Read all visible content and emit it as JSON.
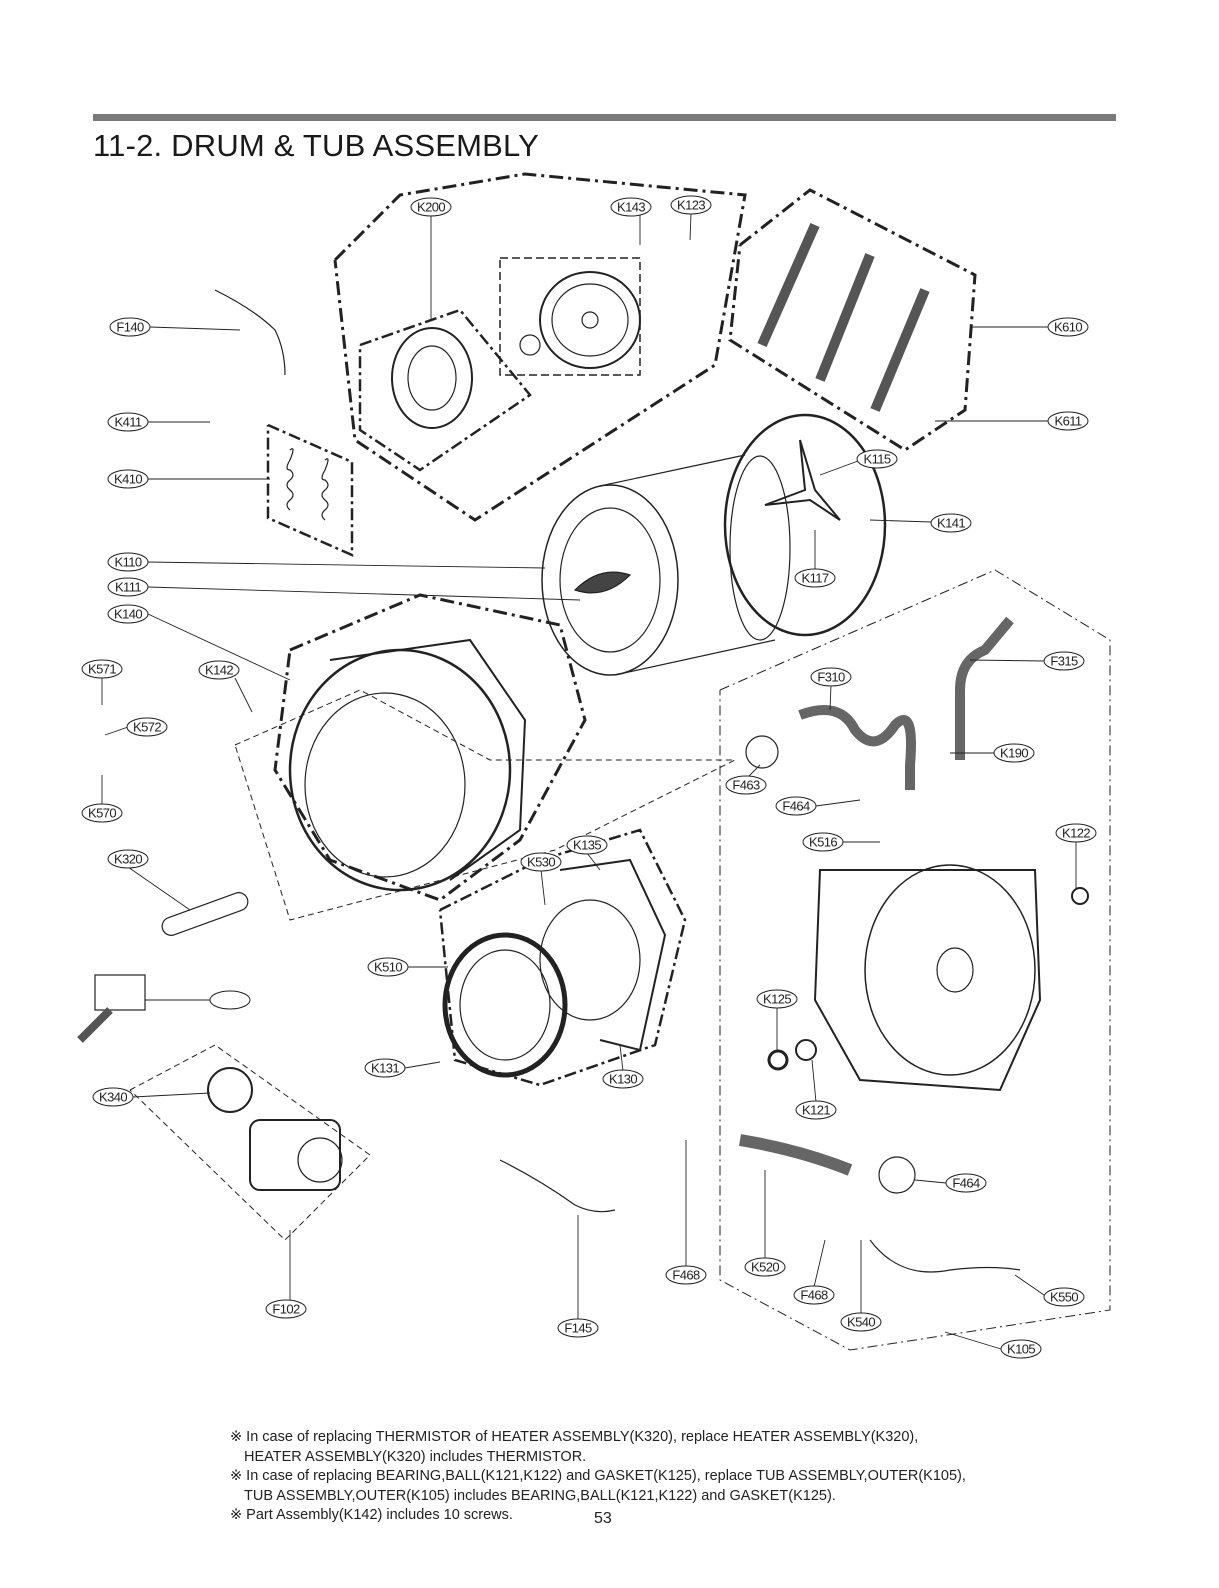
{
  "page": {
    "title": "11-2. DRUM & TUB ASSEMBLY",
    "page_number": "53"
  },
  "part_labels": [
    "K200",
    "K143",
    "K123",
    "F140",
    "K610",
    "K411",
    "K611",
    "K115",
    "K410",
    "K141",
    "K110",
    "K111",
    "K117",
    "K140",
    "K571",
    "K142",
    "F315",
    "F310",
    "K572",
    "K190",
    "F463",
    "F464",
    "K570",
    "K516",
    "K122",
    "K135",
    "K530",
    "K320",
    "K510",
    "",
    "K125",
    "K131",
    "K130",
    "K340",
    "K121",
    "F464",
    "F468",
    "K520",
    "F468",
    "K550",
    "F102",
    "F145",
    "K540",
    "K105"
  ],
  "notes": [
    "※ In case of replacing THERMISTOR of HEATER ASSEMBLY(K320), replace HEATER ASSEMBLY(K320),",
    "HEATER ASSEMBLY(K320) includes THERMISTOR.",
    "※ In case of replacing BEARING,BALL(K121,K122) and GASKET(K125), replace TUB ASSEMBLY,OUTER(K105),",
    "TUB ASSEMBLY,OUTER(K105) includes BEARING,BALL(K121,K122) and GASKET(K125).",
    "※ Part Assembly(K142) includes 10 screws."
  ]
}
